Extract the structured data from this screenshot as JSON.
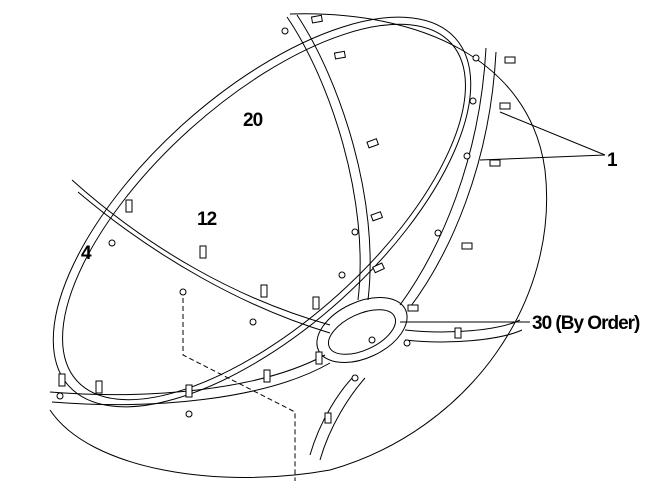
{
  "labels": {
    "part_20": "20",
    "part_12": "12",
    "part_4": "4",
    "part_1": "1",
    "part_30": "30 (By Order)"
  },
  "colors": {
    "line": "#000000",
    "background": "#ffffff"
  }
}
